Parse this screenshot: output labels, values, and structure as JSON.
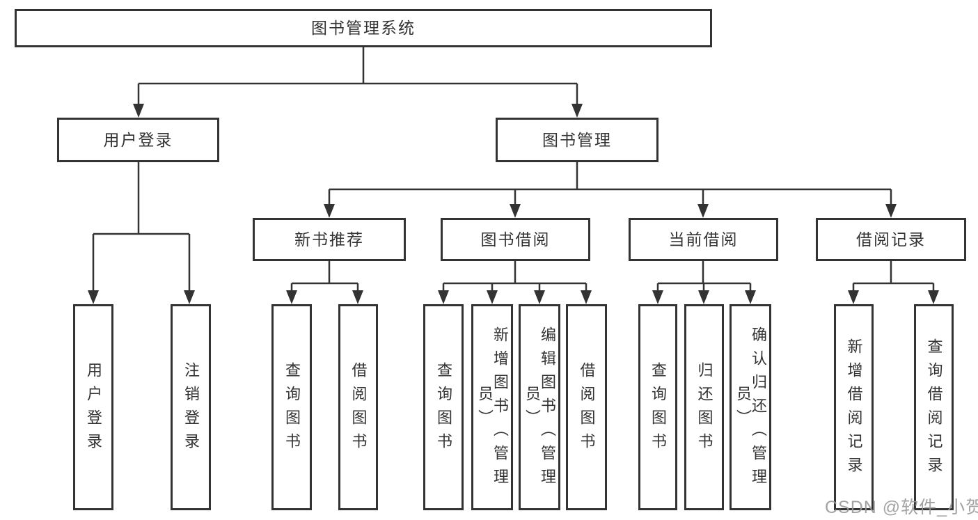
{
  "tree": {
    "root": {
      "label": "图书管理系统"
    },
    "children": [
      {
        "label": "用户登录",
        "children": [
          {
            "label": "用户登录"
          },
          {
            "label": "注销登录"
          }
        ]
      },
      {
        "label": "图书管理",
        "children": [
          {
            "label": "新书推荐",
            "children": [
              {
                "label": "查询图书"
              },
              {
                "label": "借阅图书"
              }
            ]
          },
          {
            "label": "图书借阅",
            "children": [
              {
                "label": "查询图书"
              },
              {
                "label": "新增图书（管理员）"
              },
              {
                "label": "编辑图书（管理员）"
              },
              {
                "label": "借阅图书"
              }
            ]
          },
          {
            "label": "当前借阅",
            "children": [
              {
                "label": "查询图书"
              },
              {
                "label": "归还图书"
              },
              {
                "label": "确认归还（管理员）"
              }
            ]
          },
          {
            "label": "借阅记录",
            "children": [
              {
                "label": "新增借阅记录"
              },
              {
                "label": "查询借阅记录"
              }
            ]
          }
        ]
      }
    ]
  },
  "watermark": {
    "text": "CSDN @软件_小贺同学"
  },
  "colors": {
    "line": "#333333",
    "text": "#333333",
    "background": "#ffffff",
    "watermark": "#9a9a9a"
  }
}
